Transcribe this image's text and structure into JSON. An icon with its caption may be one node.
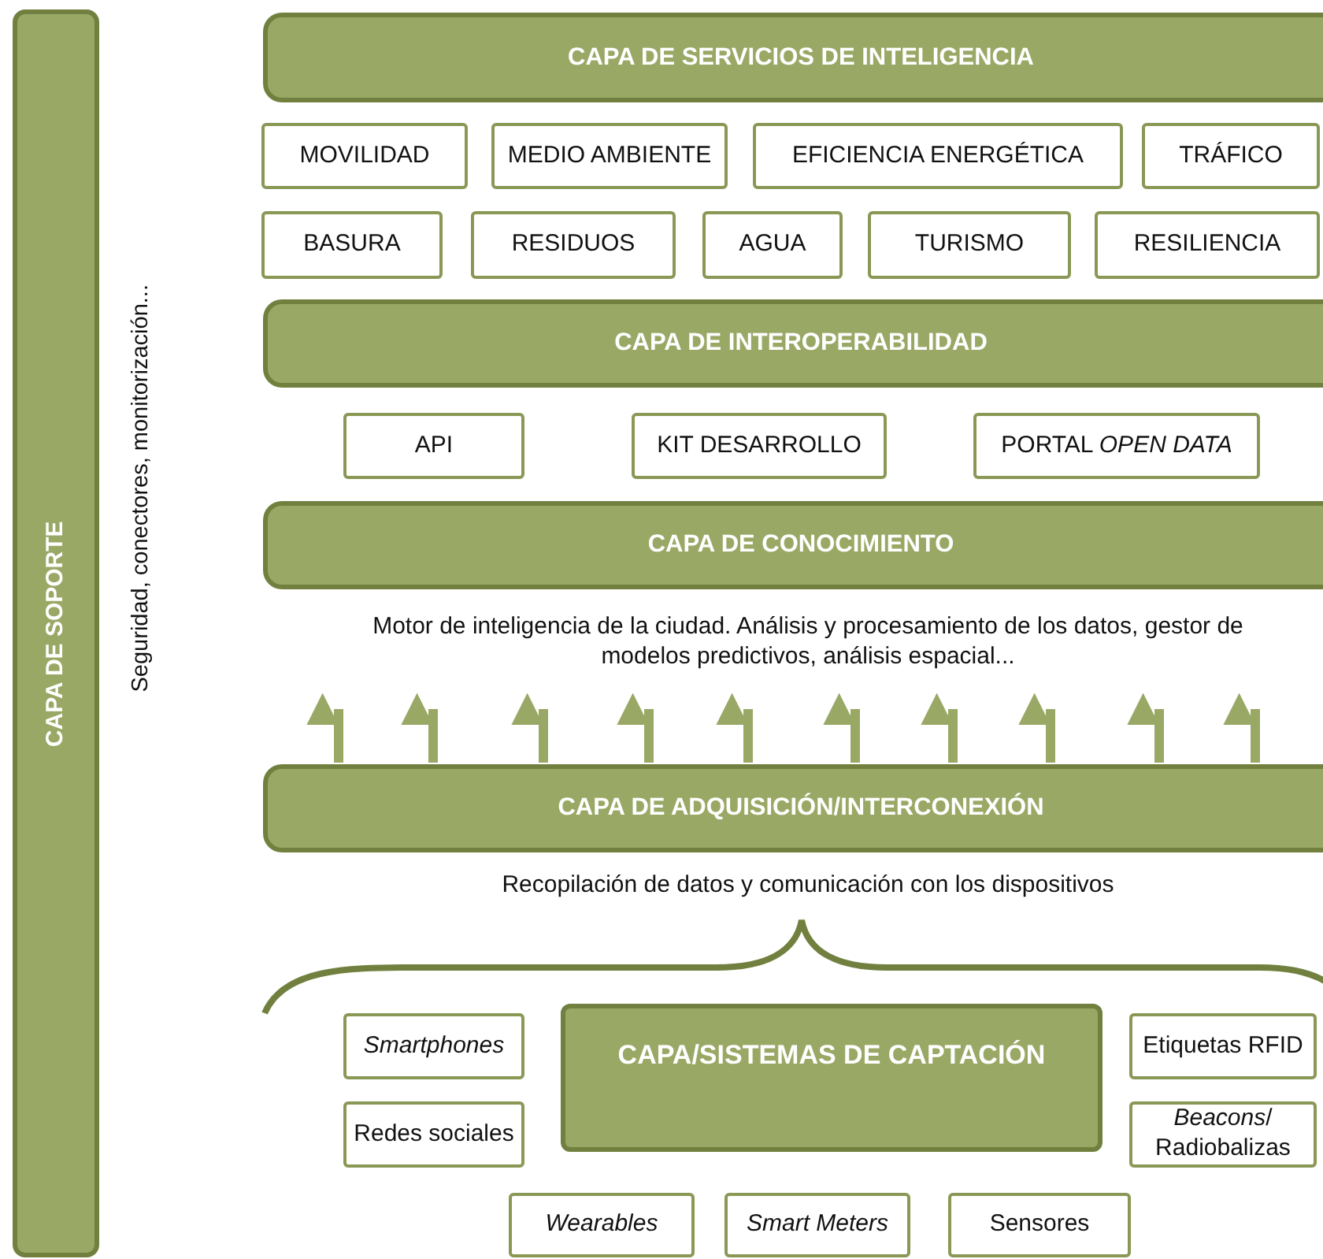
{
  "diagram": {
    "nodes": [
      {
        "text": [
          "CAPA DE SOPORTE"
        ],
        "beside": [
          "Seguridad, conectores, monitorización..."
        ]
      },
      {
        "text": [
          "CAPA DE SERVICIOS DE INTELIGENCIA"
        ]
      },
      {
        "text": [
          "MOVILIDAD"
        ]
      },
      {
        "text": [
          "MEDIO AMBIENTE"
        ]
      },
      {
        "text": [
          "EFICIENCIA ENERGÉTICA"
        ]
      },
      {
        "text": [
          "TRÁFICO"
        ]
      },
      {
        "text": [
          "BASURA"
        ]
      },
      {
        "text": [
          "RESIDUOS"
        ]
      },
      {
        "text": [
          "AGUA"
        ]
      },
      {
        "text": [
          "TURISMO"
        ]
      },
      {
        "text": [
          "RESILIENCIA"
        ]
      },
      {
        "text": [
          "CAPA DE INTEROPERABILIDAD"
        ]
      },
      {
        "text": [
          "API"
        ]
      },
      {
        "text": [
          "KIT DESARROLLO"
        ]
      },
      {
        "text": [
          "PORTAL *OPEN DATA*"
        ]
      },
      {
        "text": [
          "CAPA DE CONOCIMIENTO"
        ]
      },
      {
        "text": [
          "Motor de inteligencia de la ciudad. Análisis y procesamiento de los datos, gestor de modelos predictivos, análisis espacial..."
        ]
      },
      {
        "text": [
          "CAPA DE ADQUISICIÓN/INTERCONEXIÓN"
        ],
        "beside": [
          "Recopilación de datos y comunicación con los dispositivos"
        ]
      },
      {
        "text": [
          "Smartphones"
        ]
      },
      {
        "text": [
          "CAPA/SISTEMAS DE CAPTACIÓN"
        ]
      },
      {
        "text": [
          "Etiquetas RFID"
        ]
      },
      {
        "text": [
          "Redes sociales"
        ]
      },
      {
        "text": [
          "*Beacons*/ Radiobalizas"
        ]
      },
      {
        "text": [
          "Wearables"
        ]
      },
      {
        "text": [
          "Smart Meters"
        ]
      },
      {
        "text": [
          "Sensores"
        ]
      }
    ],
    "edges": [
      {
        "from": 17,
        "to": 16,
        "arrow": "to"
      },
      {
        "from": 17,
        "to": 16,
        "arrow": "to"
      },
      {
        "from": 17,
        "to": 16,
        "arrow": "to"
      },
      {
        "from": 17,
        "to": 16,
        "arrow": "to"
      },
      {
        "from": 17,
        "to": 16,
        "arrow": "to"
      },
      {
        "from": 17,
        "to": 16,
        "arrow": "to"
      },
      {
        "from": 17,
        "to": 16,
        "arrow": "to"
      },
      {
        "from": 17,
        "to": 16,
        "arrow": "to"
      },
      {
        "from": 17,
        "to": 16,
        "arrow": "to"
      },
      {
        "from": 17,
        "to": 16,
        "arrow": "to"
      }
    ]
  }
}
